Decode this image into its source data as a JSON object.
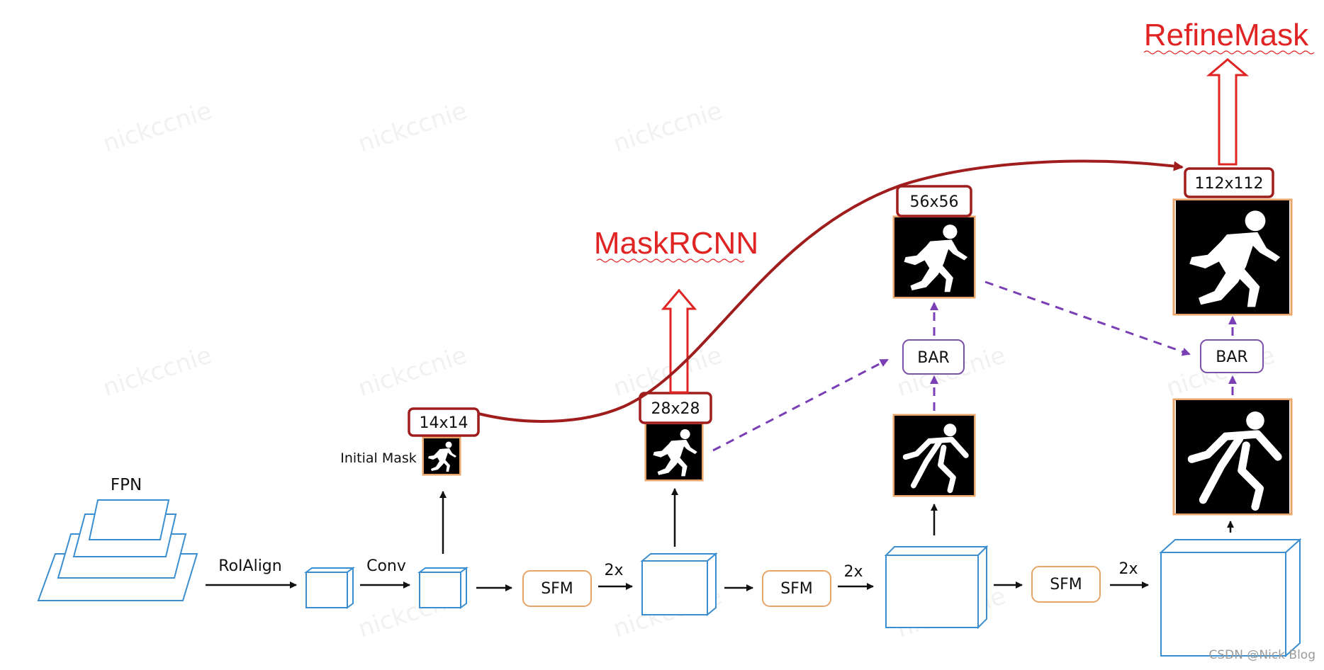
{
  "labels": {
    "fpn": "FPN",
    "roialign": "RoIAlign",
    "conv": "Conv",
    "sfm": "SFM",
    "upsample": "2x",
    "bar": "BAR",
    "initial_mask": "Initial Mask",
    "size_14": "14x14",
    "size_28": "28x28",
    "size_56": "56x56",
    "size_112": "112x112",
    "maskrcnn": "MaskRCNN",
    "refinemask": "RefineMask",
    "watermark": "nickccnie",
    "credit": "CSDN @Nick Blog"
  },
  "colors": {
    "feature_box": "#3b8fd0",
    "sfm_box": "#e8a56a",
    "bar_box": "#7c52a8",
    "size_box": "#a01d1d",
    "highlight_text": "#e02424",
    "curve": "#a01d1d"
  },
  "icons": {
    "mask_thumbnail": "running-person-silhouette",
    "output_arrow": "hollow-up-arrow"
  }
}
